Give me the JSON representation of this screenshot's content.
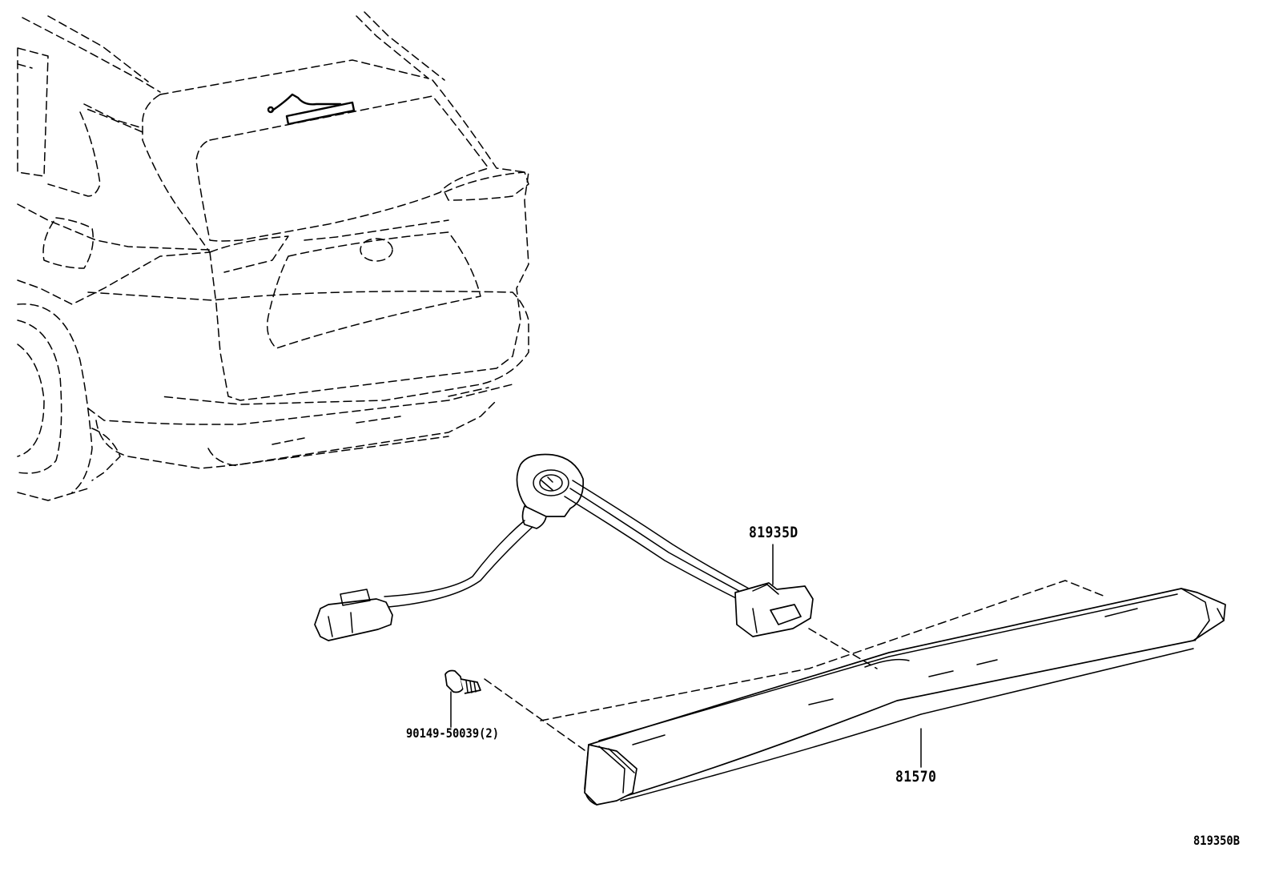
{
  "callouts": {
    "wire_harness": "81935D",
    "screw": "90149-50039(2)",
    "stop_lamp": "81570",
    "illustration_code": "819350B"
  },
  "colors": {
    "ink": "#000000",
    "background": "#ffffff"
  }
}
